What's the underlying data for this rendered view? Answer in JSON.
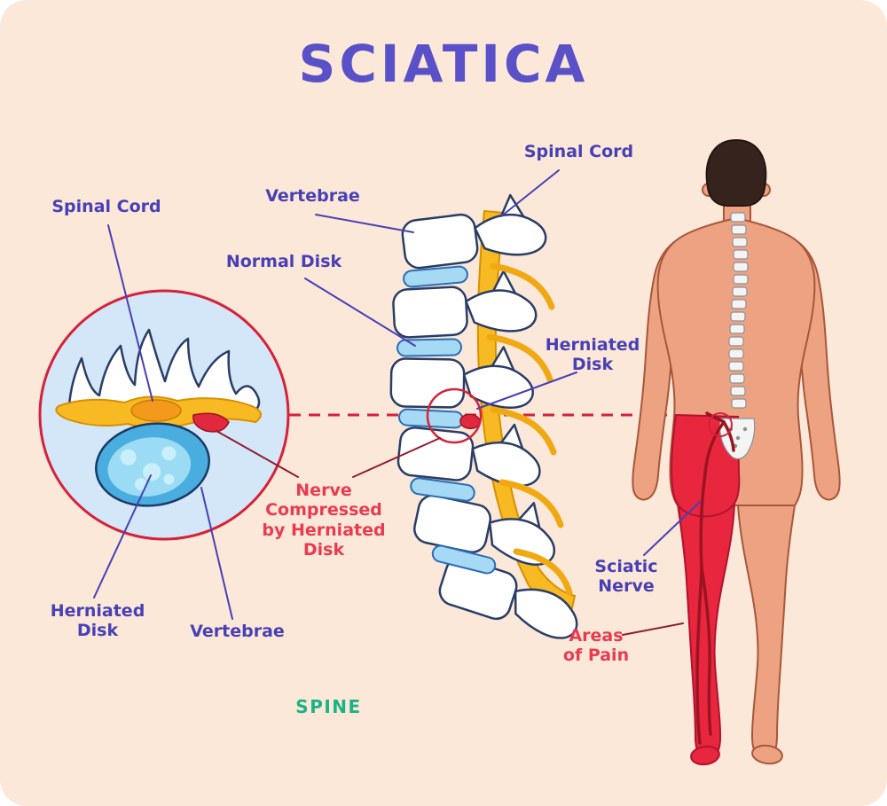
{
  "title": "SCIATICA",
  "colors": {
    "background": "#fbe8d9",
    "title": "#5a50c8",
    "label_blue": "#4840b4",
    "label_red": "#e93b50",
    "label_green": "#1bb386",
    "leader_dark_red": "#8c1f2f",
    "highlight_red": "#d6213a",
    "bone_white": "#ffffff",
    "bone_outline": "#2a3d66",
    "nerve_yellow": "#f7ba22",
    "disk_blue": "#49ade0",
    "disk_light_blue": "#9bdcf4",
    "pain_red": "#e8273f",
    "skin": "#eda382",
    "hair": "#36231e"
  },
  "inset": {
    "spinal_cord_label": "Spinal Cord",
    "herniated_disk_label": "Herniated Disk",
    "vertebrae_label": "Vertebrae",
    "nerve_compressed_label": "Nerve Compressed by Herniated Disk"
  },
  "spine": {
    "vertebrae_label": "Vertebrae",
    "normal_disk_label": "Normal Disk",
    "spinal_cord_label": "Spinal Cord",
    "herniated_disk_label": "Herniated Disk",
    "caption": "SPINE"
  },
  "body": {
    "sciatic_nerve_label": "Sciatic Nerve",
    "areas_of_pain_label": "Areas of Pain"
  }
}
